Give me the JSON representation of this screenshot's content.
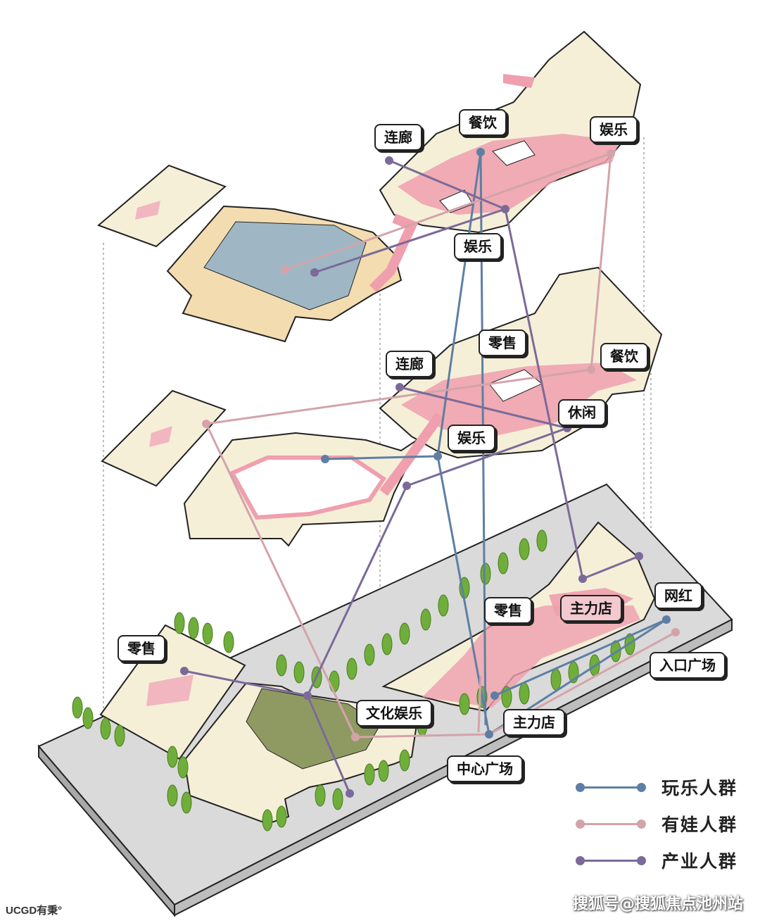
{
  "labels": {
    "top_lianlang": "连廊",
    "top_canyin": "餐饮",
    "top_yule_right": "娱乐",
    "top_yule_mid": "娱乐",
    "mid_lianlang": "连廊",
    "mid_lingshou": "零售",
    "mid_canyin": "餐饮",
    "mid_xiuxian": "休闲",
    "mid_yule": "娱乐",
    "bot_lingshou_left": "零售",
    "bot_lingshou_right": "零售",
    "bot_zhulidian_top": "主力店",
    "bot_wanghong": "网红",
    "bot_rukou": "入口广场",
    "bot_wenhua": "文化娱乐",
    "bot_zhulidian_bottom": "主力店",
    "bot_zhongxin": "中心广场"
  },
  "legend": [
    {
      "label": "玩乐人群",
      "color": "#5e7fa3"
    },
    {
      "label": "有娃人群",
      "color": "#d4a3aa"
    },
    {
      "label": "产业人群",
      "color": "#7b6a99"
    }
  ],
  "brand": "UCGD有秉°",
  "watermark": "搜狐号@搜狐焦点池州站",
  "colors": {
    "floor": "#f6efd8",
    "corridor": "#ef9fae",
    "atrium_water": "#9fb7c4",
    "plaza_green": "#8f9a63",
    "ground": "#d9d9d9",
    "tree": "#6fae3a"
  }
}
